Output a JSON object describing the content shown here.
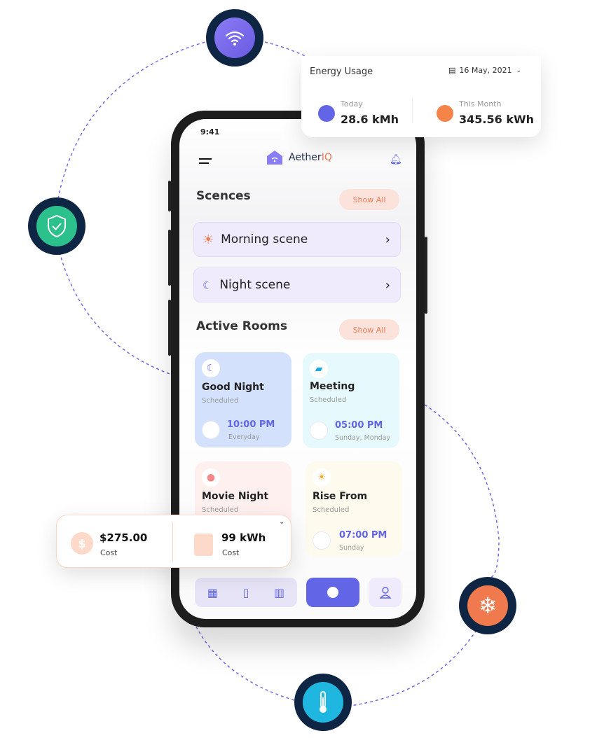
{
  "energy": {
    "title": "Energy Usage",
    "date": "16 May, 2021",
    "today_label": "Today",
    "today_value": "28.6 kMh",
    "month_label": "This Month",
    "month_value": "345.56 kWh"
  },
  "phone": {
    "time": "9:41",
    "brand_a": "Aether",
    "brand_b": "IQ",
    "scenes_title": "Scences",
    "scenes_show_all": "Show All",
    "scenes": [
      {
        "label": "Morning scene"
      },
      {
        "label": "Night scene"
      }
    ],
    "rooms_title": "Active Rooms",
    "rooms_show_all": "Show All",
    "rooms": [
      {
        "name": "Good Night",
        "status": "Scheduled",
        "time": "10:00 PM",
        "days": "Everyday"
      },
      {
        "name": "Meeting",
        "status": "Scheduled",
        "time": "05:00 PM",
        "days": "Sunday, Monday"
      },
      {
        "name": "Movie Night",
        "status": "Scheduled"
      },
      {
        "name": "Rise From",
        "status": "Scheduled",
        "time": "07:00 PM",
        "days": "Sunday"
      }
    ]
  },
  "cost": {
    "amount": "$275.00",
    "amount_label": "Cost",
    "energy": "99 kWh",
    "energy_label": "Cost"
  },
  "colors": {
    "accent": "#6266e6",
    "orange": "#ee7a56",
    "navy": "#0f2544"
  }
}
